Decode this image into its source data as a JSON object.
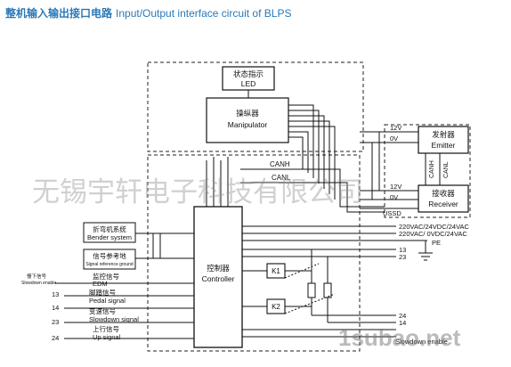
{
  "header": {
    "title_cn": "整机输入输出接口电路",
    "title_en": "Input/Output interface circuit of BLPS"
  },
  "diagram": {
    "status": {
      "cn": "状态指示",
      "en": "LED"
    },
    "manipulator": {
      "cn": "操纵器",
      "en": "Manipulator"
    },
    "controller": {
      "cn": "控制器",
      "en": "Controller"
    },
    "emitter": {
      "cn": "发射器",
      "en": "Emitter"
    },
    "receiver": {
      "cn": "接收器",
      "en": "Receiver"
    },
    "bus": {
      "canh": "CANH",
      "canl": "CANL"
    },
    "relays": {
      "k1": "K1",
      "k2": "K2"
    },
    "left_inputs": {
      "bender_cn": "折弯机系统",
      "bender_en": "Bender system",
      "ref_cn": "信号参考地",
      "ref_en": "Signal reference ground",
      "slow_cn": "慢下信号",
      "slow_en": "Slowdown enable",
      "edm_cn": "监控信号",
      "edm_en": "EDM",
      "pedal_cn": "脚踏信号",
      "pedal_en": "Pedal signal",
      "slowdown_cn": "变速信号",
      "slowdown_en": "Slowdown signal",
      "up_cn": "上行信号",
      "up_en": "Up signal",
      "n13": "13",
      "n14": "14",
      "n23": "23",
      "n24": "24"
    },
    "right_terminals": {
      "v12a": "12V",
      "ov_a": "0V",
      "v12b": "12V",
      "ov_b": "0V",
      "ussd": "USSD",
      "canh_v": "CANH",
      "canl_v": "CANL",
      "pwr1": "220VAC/24VDC/24VAC",
      "pwr2": "220VAC/ 0VDC/24VAC",
      "pe": "PE",
      "t13": "13",
      "t23": "23",
      "t24": "24",
      "t14": "14",
      "slowdown": "Slowdown enable"
    },
    "watermark": {
      "cn": "无锡宇轩电子科技有限公司",
      "site": "1subao.net"
    }
  }
}
